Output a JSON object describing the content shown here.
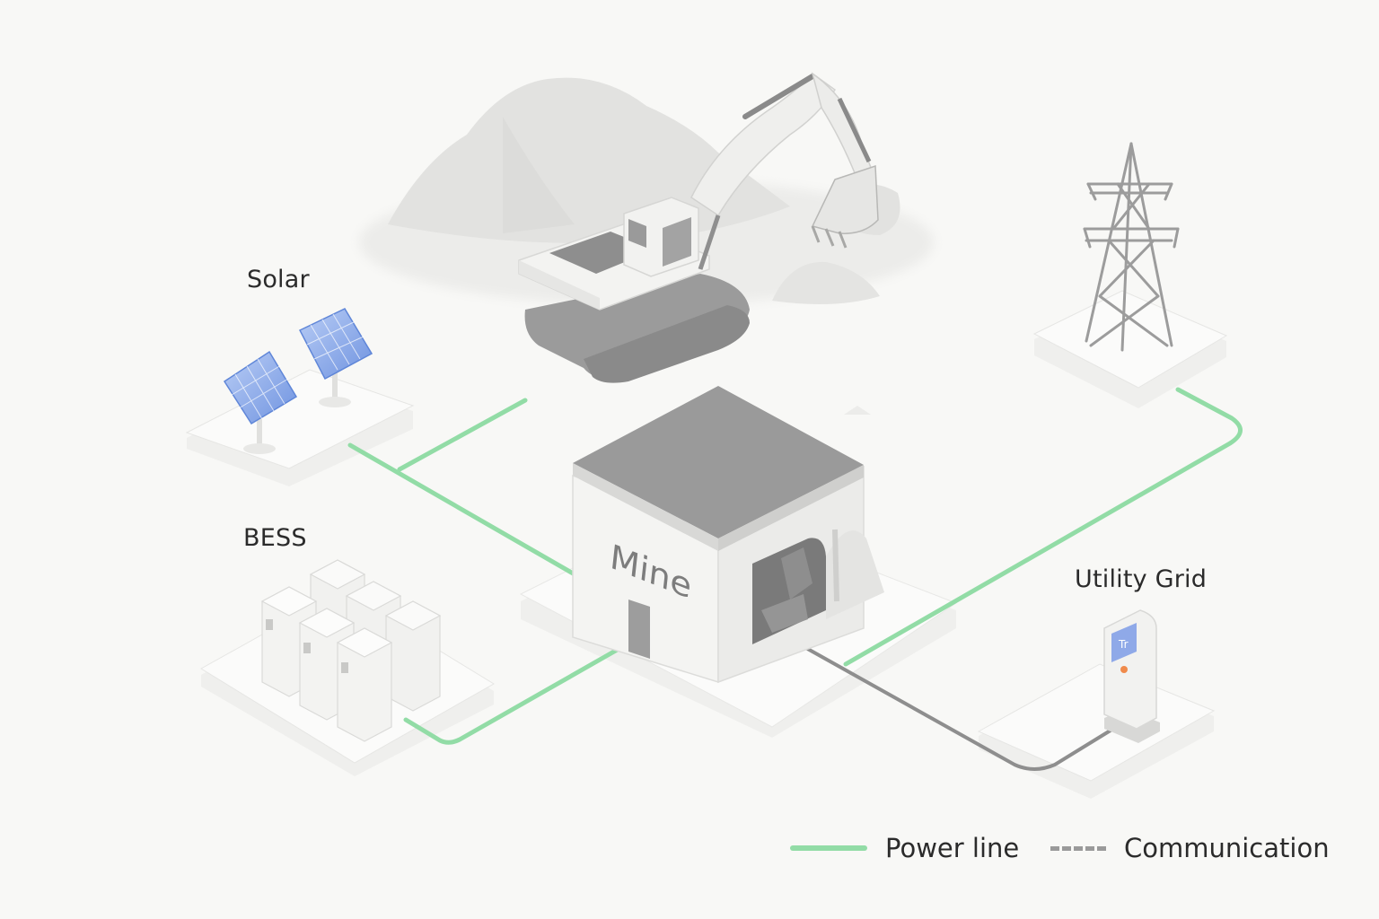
{
  "nodes": {
    "solar": "Solar",
    "bess": "BESS",
    "mine": "Mine",
    "utility_grid": "Utility Grid"
  },
  "legend": {
    "power_line": "Power line",
    "communication": "Communication"
  },
  "colors": {
    "power_line": "#92dca6",
    "communication": "#8e8e8e",
    "solar_panel": "#7fa2e6",
    "roof": "#9a9a9a",
    "background": "#f8f8f6"
  }
}
